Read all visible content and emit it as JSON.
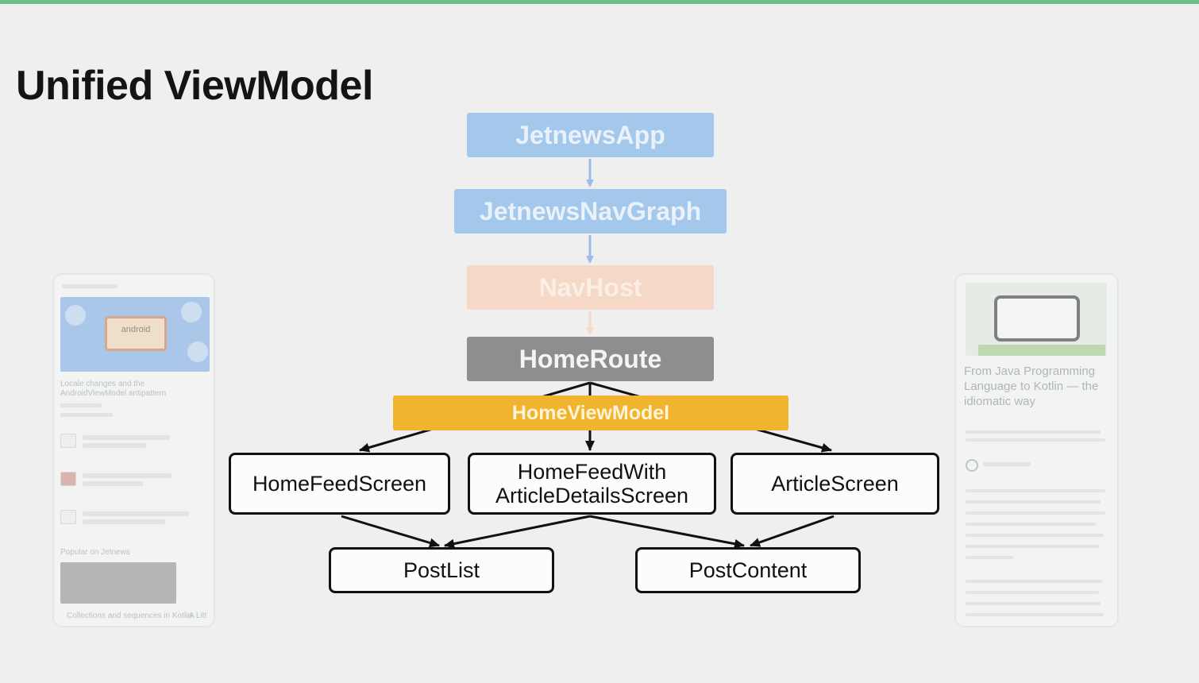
{
  "slide": {
    "title": "Unified ViewModel"
  },
  "diagram": {
    "nodes": {
      "jetnews_app": "JetnewsApp",
      "jetnews_nav_graph": "JetnewsNavGraph",
      "nav_host": "NavHost",
      "home_route": "HomeRoute",
      "home_view_model": "HomeViewModel",
      "home_feed_screen": "HomeFeedScreen",
      "home_feed_with_details_line1": "HomeFeedWith",
      "home_feed_with_details_line2": "ArticleDetailsScreen",
      "article_screen": "ArticleScreen",
      "post_list": "PostList",
      "post_content": "PostContent"
    },
    "edges": [
      [
        "JetnewsApp",
        "JetnewsNavGraph"
      ],
      [
        "JetnewsNavGraph",
        "NavHost"
      ],
      [
        "NavHost",
        "HomeRoute"
      ],
      [
        "HomeRoute",
        "HomeFeedScreen"
      ],
      [
        "HomeRoute",
        "HomeFeedWithArticleDetailsScreen"
      ],
      [
        "HomeRoute",
        "ArticleScreen"
      ],
      [
        "HomeFeedScreen",
        "PostList"
      ],
      [
        "HomeFeedWithArticleDetailsScreen",
        "PostList"
      ],
      [
        "HomeFeedWithArticleDetailsScreen",
        "PostContent"
      ],
      [
        "ArticleScreen",
        "PostContent"
      ]
    ],
    "colors": {
      "nav_nodes": "#a4c8ec",
      "nav_host": "#f5d9c6",
      "home_route": "#8e8e8e",
      "view_model": "#f0b42e",
      "arrows_upper": "#9cbde6",
      "arrows_lower": "#111111",
      "accent_bar": "#6cbf8c"
    }
  },
  "phone_left": {
    "banner_label": "android",
    "headline": "Locale changes and the AndroidViewModel antipattern",
    "section_label": "Popular on Jetnews",
    "caption_1": "Collections and sequences in Kotlin",
    "caption_2": "A Litt"
  },
  "phone_right": {
    "headline": "From Java Programming Language to Kotlin — the idiomatic way"
  }
}
